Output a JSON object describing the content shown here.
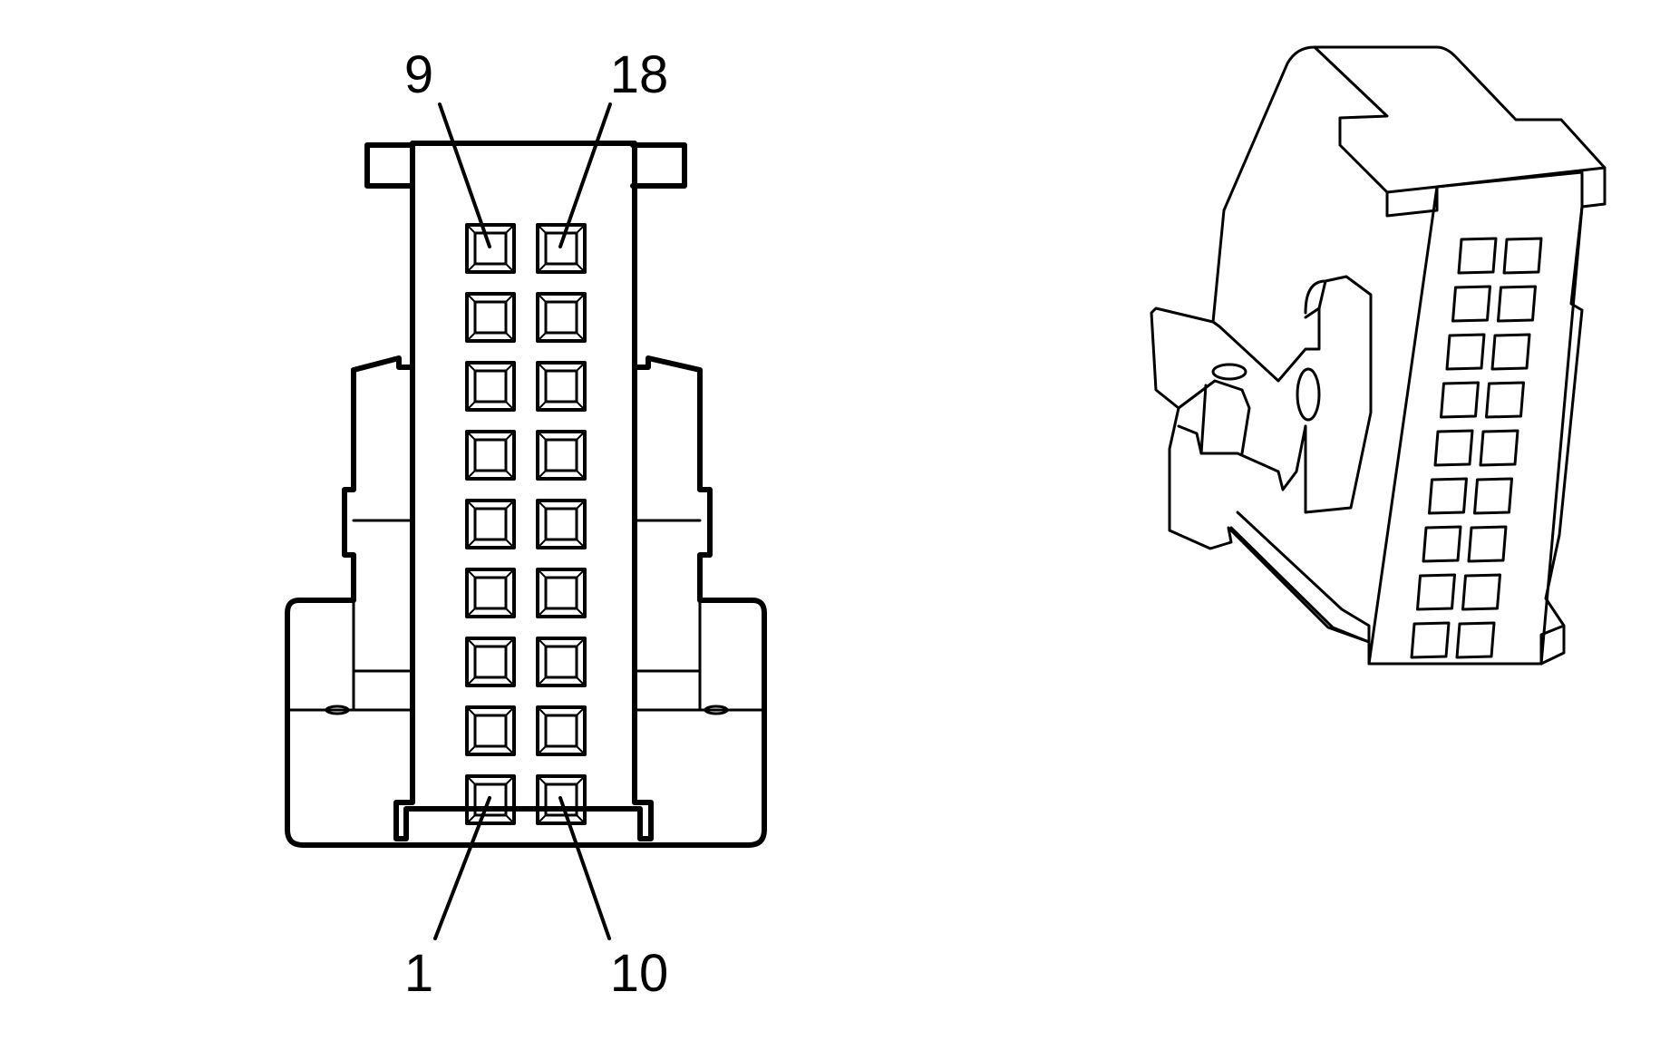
{
  "connector_front_view": {
    "pin_labels": {
      "top_left": "9",
      "top_right": "18",
      "bottom_left": "1",
      "bottom_right": "10"
    },
    "cavity_columns": 2,
    "cavity_rows": 9
  },
  "connector_isometric_view": {
    "cavity_columns": 2,
    "cavity_rows": 9
  },
  "colors": {
    "line": "#000000",
    "background": "#ffffff"
  }
}
